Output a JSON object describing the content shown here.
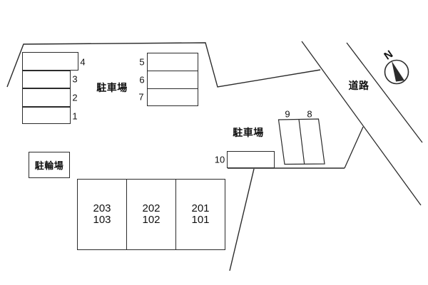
{
  "colors": {
    "line": "#2b2b2b",
    "bg": "#ffffff",
    "text": "#111111"
  },
  "areas": {
    "parking_lot_top": {
      "label": "駐車場"
    },
    "parking_lot_right": {
      "label": "駐車場"
    },
    "bicycle_parking": {
      "label": "駐輪場"
    },
    "road": {
      "label": "道路"
    }
  },
  "compass": {
    "north_label": "N"
  },
  "spaces": [
    {
      "label": "1"
    },
    {
      "label": "2"
    },
    {
      "label": "3"
    },
    {
      "label": "4"
    },
    {
      "label": "5"
    },
    {
      "label": "6"
    },
    {
      "label": "7"
    },
    {
      "label": "8"
    },
    {
      "label": "9"
    },
    {
      "label": "10"
    }
  ],
  "building": {
    "units": [
      {
        "upper": "203",
        "lower": "103"
      },
      {
        "upper": "202",
        "lower": "102"
      },
      {
        "upper": "201",
        "lower": "101"
      }
    ]
  }
}
